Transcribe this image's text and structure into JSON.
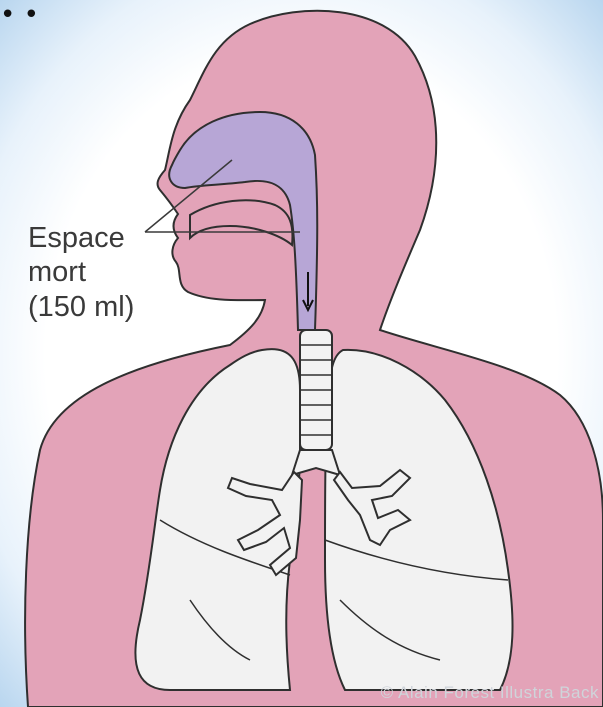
{
  "corner_marker": "• •",
  "label": {
    "line1": "Espace",
    "line2": "mort",
    "line3": "(150 ml)"
  },
  "credit": "© Alain Forest Illustra Back",
  "colors": {
    "body_fill": "#e3a3b8",
    "airway_fill": "#b7a6d6",
    "lung_fill": "#f2f2f2",
    "outline": "#2f2f2f",
    "frame_tint": "#b9d6ef"
  }
}
